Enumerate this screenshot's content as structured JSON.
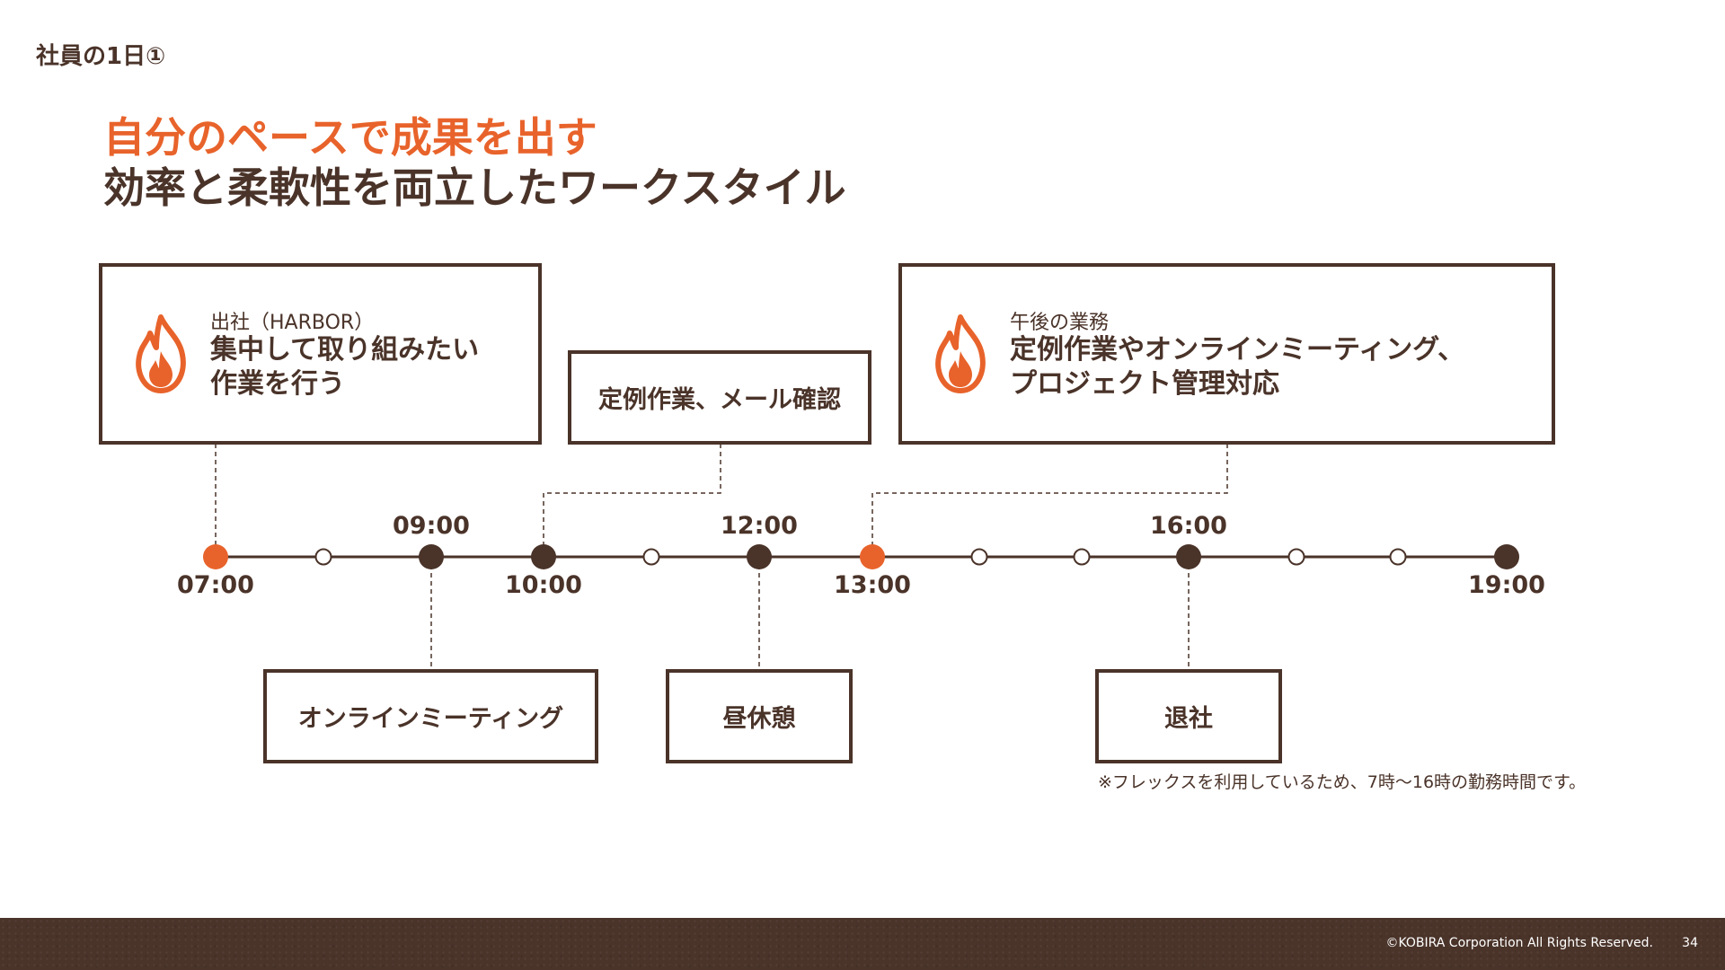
{
  "section_label": "社員の1日①",
  "title": {
    "accent": "自分のペースで成果を出す",
    "main": "効率と柔軟性を両立したワークスタイル"
  },
  "boxes": {
    "morning": {
      "subtitle": "出社（HARBOR）",
      "line1": "集中して取り組みたい",
      "line2": "作業を行う",
      "icon": "flame-icon"
    },
    "routine": {
      "label": "定例作業、メール確認"
    },
    "afternoon": {
      "subtitle": "午後の業務",
      "line1": "定例作業やオンラインミーティング、",
      "line2": "プロジェクト管理対応",
      "icon": "flame-icon"
    },
    "meeting": {
      "label": "オンラインミーティング"
    },
    "lunch": {
      "label": "昼休憩"
    },
    "leave": {
      "label": "退社"
    }
  },
  "timeline": {
    "labels": {
      "t0700": "07:00",
      "t0900": "09:00",
      "t1000": "10:00",
      "t1200": "12:00",
      "t1300": "13:00",
      "t1600": "16:00",
      "t1900": "19:00"
    }
  },
  "note": "※フレックスを利用しているため、7時〜16時の勤務時間です。",
  "footer": {
    "copyright": "©KOBIRA Corporation All Rights Reserved.",
    "page_number": "34"
  },
  "colors": {
    "accent": "#e8632b",
    "brown": "#4a3329"
  }
}
